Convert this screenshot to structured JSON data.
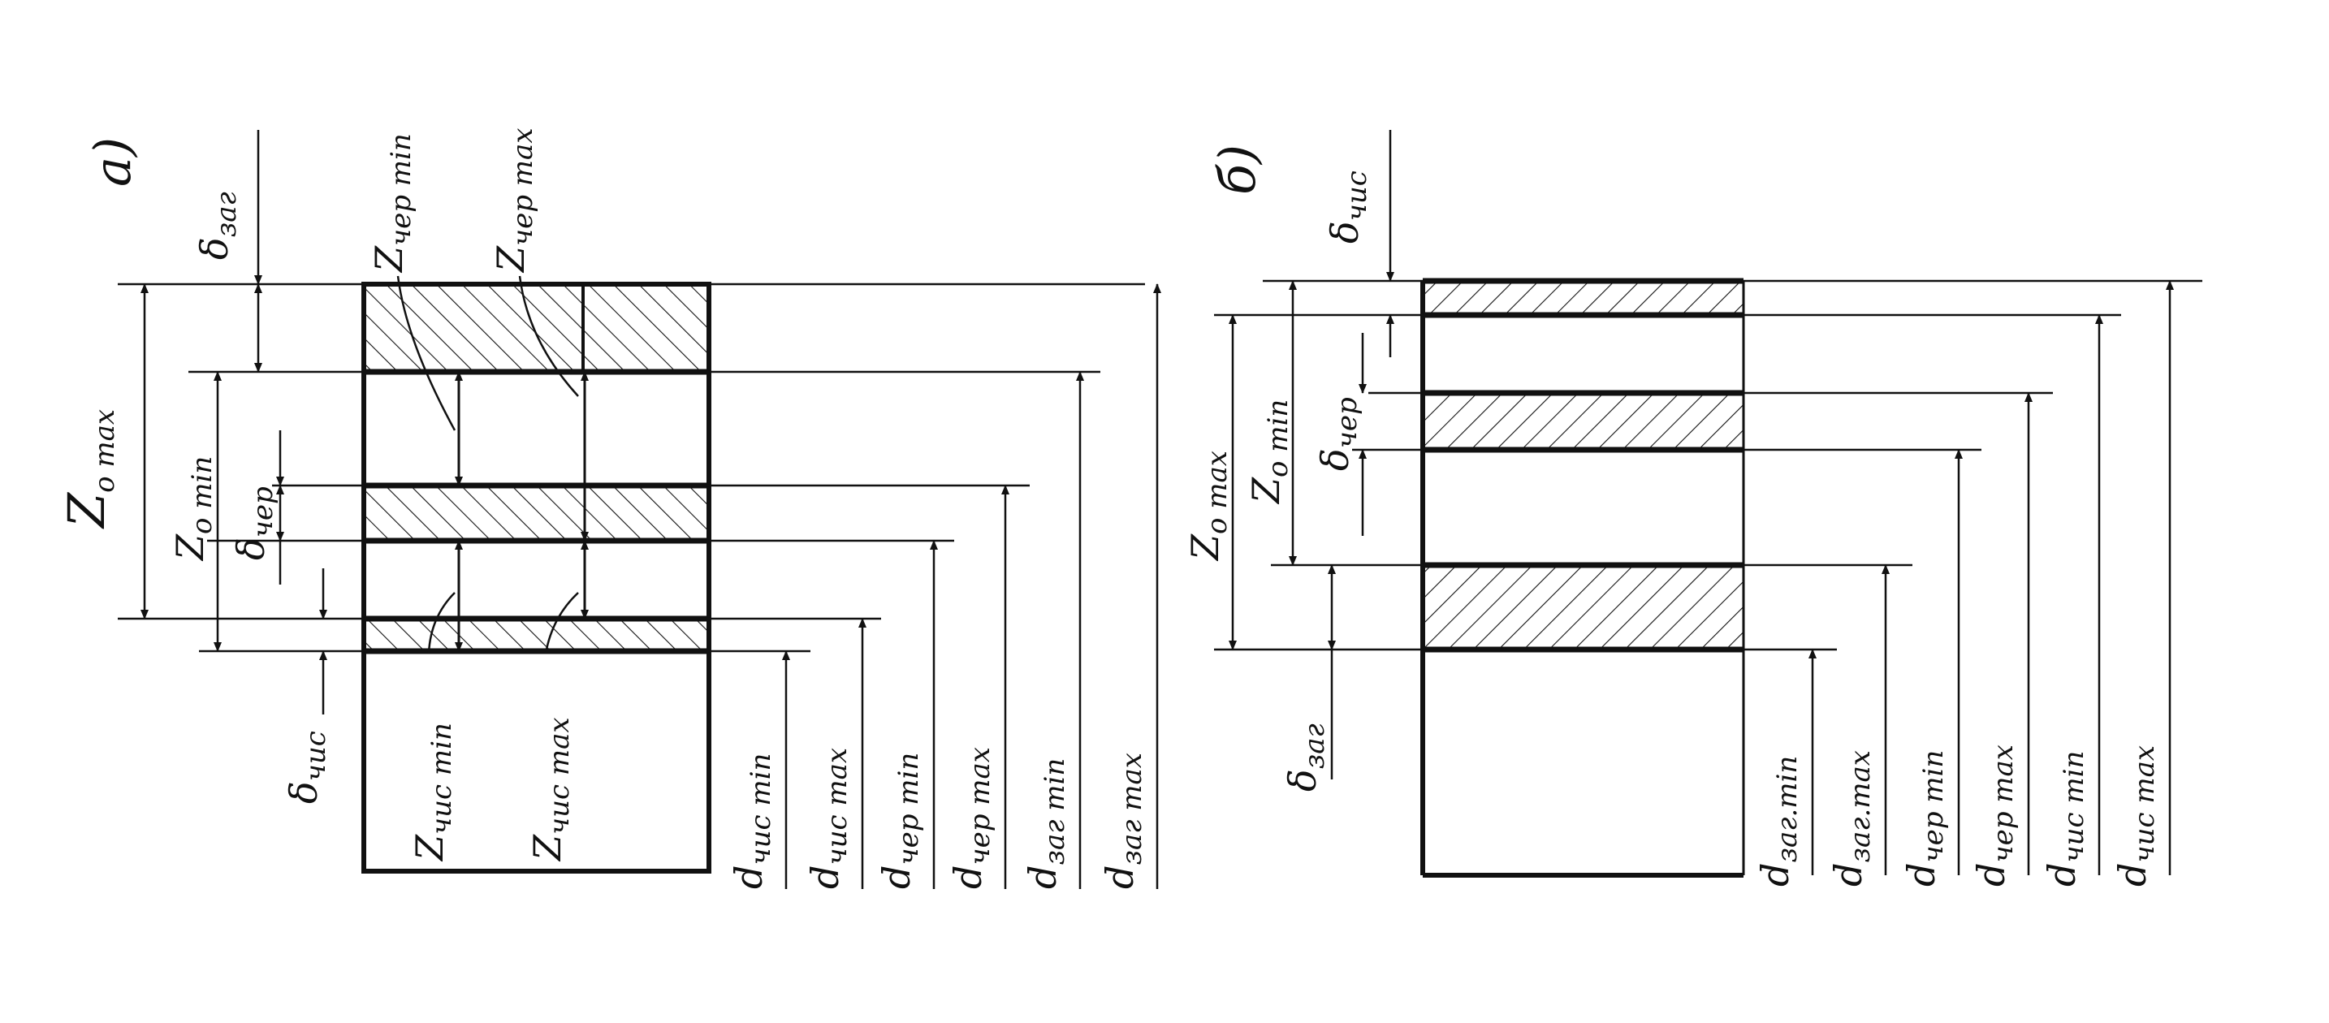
{
  "diagram_a": {
    "panel_label": "а)",
    "labels": {
      "z_o_max": "Z",
      "z_o_max_sub": "o max",
      "z_o_min": "Z",
      "z_o_min_sub": "o min",
      "delta_zag": "δ",
      "delta_zag_sub": "заг",
      "delta_cher": "δ",
      "delta_cher_sub": "чер",
      "delta_chys": "δ",
      "delta_chys_sub": "чис",
      "z_cher_min": "Z",
      "z_cher_min_sub": "чер min",
      "z_cher_max": "Z",
      "z_cher_max_sub": "чер max",
      "z_chys_min": "Z",
      "z_chys_min_sub": "чис min",
      "z_chys_max": "Z",
      "z_chys_max_sub": "чис max"
    },
    "diameters": [
      {
        "d": "d",
        "sub": "чис min"
      },
      {
        "d": "d",
        "sub": "чис max"
      },
      {
        "d": "d",
        "sub": "чер min"
      },
      {
        "d": "d",
        "sub": "чер max"
      },
      {
        "d": "d",
        "sub": "заг min"
      },
      {
        "d": "d",
        "sub": "заг max"
      }
    ]
  },
  "diagram_b": {
    "panel_label": "б)",
    "labels": {
      "z_o_max": "Z",
      "z_o_max_sub": "o max",
      "z_o_min": "Z",
      "z_o_min_sub": "o min",
      "delta_zag": "δ",
      "delta_zag_sub": "заг",
      "delta_cher": "δ",
      "delta_cher_sub": "чер",
      "delta_chys": "δ",
      "delta_chys_sub": "чис"
    },
    "diameters": [
      {
        "d": "d",
        "sub": "заг.min"
      },
      {
        "d": "d",
        "sub": "заг.max"
      },
      {
        "d": "d",
        "sub": "чер min"
      },
      {
        "d": "d",
        "sub": "чер max"
      },
      {
        "d": "d",
        "sub": "чис min"
      },
      {
        "d": "d",
        "sub": "чис max"
      }
    ]
  }
}
